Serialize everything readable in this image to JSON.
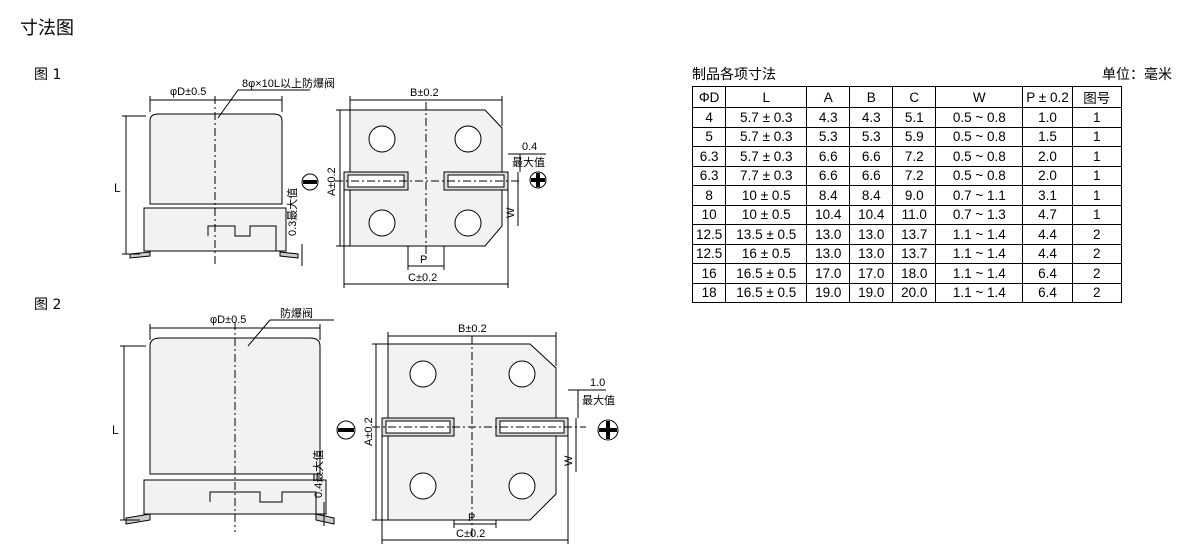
{
  "page_title": "寸法图",
  "figure1": {
    "label": "图 1",
    "dim_phi": "φD±0.5",
    "vent_note": "8φ×10L以上防爆阀",
    "dim_l": "L",
    "dim_03": "0.3最大值",
    "minus_sign": "−",
    "dim_b": "B±0.2",
    "dim_a": "A±0.2",
    "dim_04": "0.4",
    "max_note": "最大值",
    "dim_w": "W",
    "dim_p": "P",
    "dim_c": "C±0.2",
    "plus_sign": "+"
  },
  "figure2": {
    "label": "图 2",
    "dim_phi": "φD±0.5",
    "vent_note": "防爆阀",
    "dim_l": "L",
    "dim_04": "0.4最大值",
    "minus_sign": "−",
    "dim_b": "B±0.2",
    "dim_a": "A±0.2",
    "dim_10": "1.0",
    "max_note": "最大值",
    "dim_w": "W",
    "dim_p": "P",
    "dim_c": "C±0.2",
    "plus_sign": "+"
  },
  "table": {
    "caption": "制品各项寸法",
    "unit": "单位：毫米",
    "headers": [
      "ΦD",
      "L",
      "A",
      "B",
      "C",
      "W",
      "P ± 0.2",
      "图号"
    ],
    "rows": [
      [
        "4",
        "5.7 ± 0.3",
        "4.3",
        "4.3",
        "5.1",
        "0.5 ~ 0.8",
        "1.0",
        "1"
      ],
      [
        "5",
        "5.7 ± 0.3",
        "5.3",
        "5.3",
        "5.9",
        "0.5 ~ 0.8",
        "1.5",
        "1"
      ],
      [
        "6.3",
        "5.7 ± 0.3",
        "6.6",
        "6.6",
        "7.2",
        "0.5 ~ 0.8",
        "2.0",
        "1"
      ],
      [
        "6.3",
        "7.7 ± 0.3",
        "6.6",
        "6.6",
        "7.2",
        "0.5 ~ 0.8",
        "2.0",
        "1"
      ],
      [
        "8",
        "10 ± 0.5",
        "8.4",
        "8.4",
        "9.0",
        "0.7 ~ 1.1",
        "3.1",
        "1"
      ],
      [
        "10",
        "10 ± 0.5",
        "10.4",
        "10.4",
        "11.0",
        "0.7 ~ 1.3",
        "4.7",
        "1"
      ],
      [
        "12.5",
        "13.5 ± 0.5",
        "13.0",
        "13.0",
        "13.7",
        "1.1 ~ 1.4",
        "4.4",
        "2"
      ],
      [
        "12.5",
        "16 ± 0.5",
        "13.0",
        "13.0",
        "13.7",
        "1.1 ~ 1.4",
        "4.4",
        "2"
      ],
      [
        "16",
        "16.5 ± 0.5",
        "17.0",
        "17.0",
        "18.0",
        "1.1 ~ 1.4",
        "6.4",
        "2"
      ],
      [
        "18",
        "16.5 ± 0.5",
        "19.0",
        "19.0",
        "20.0",
        "1.1 ~ 1.4",
        "6.4",
        "2"
      ]
    ]
  }
}
